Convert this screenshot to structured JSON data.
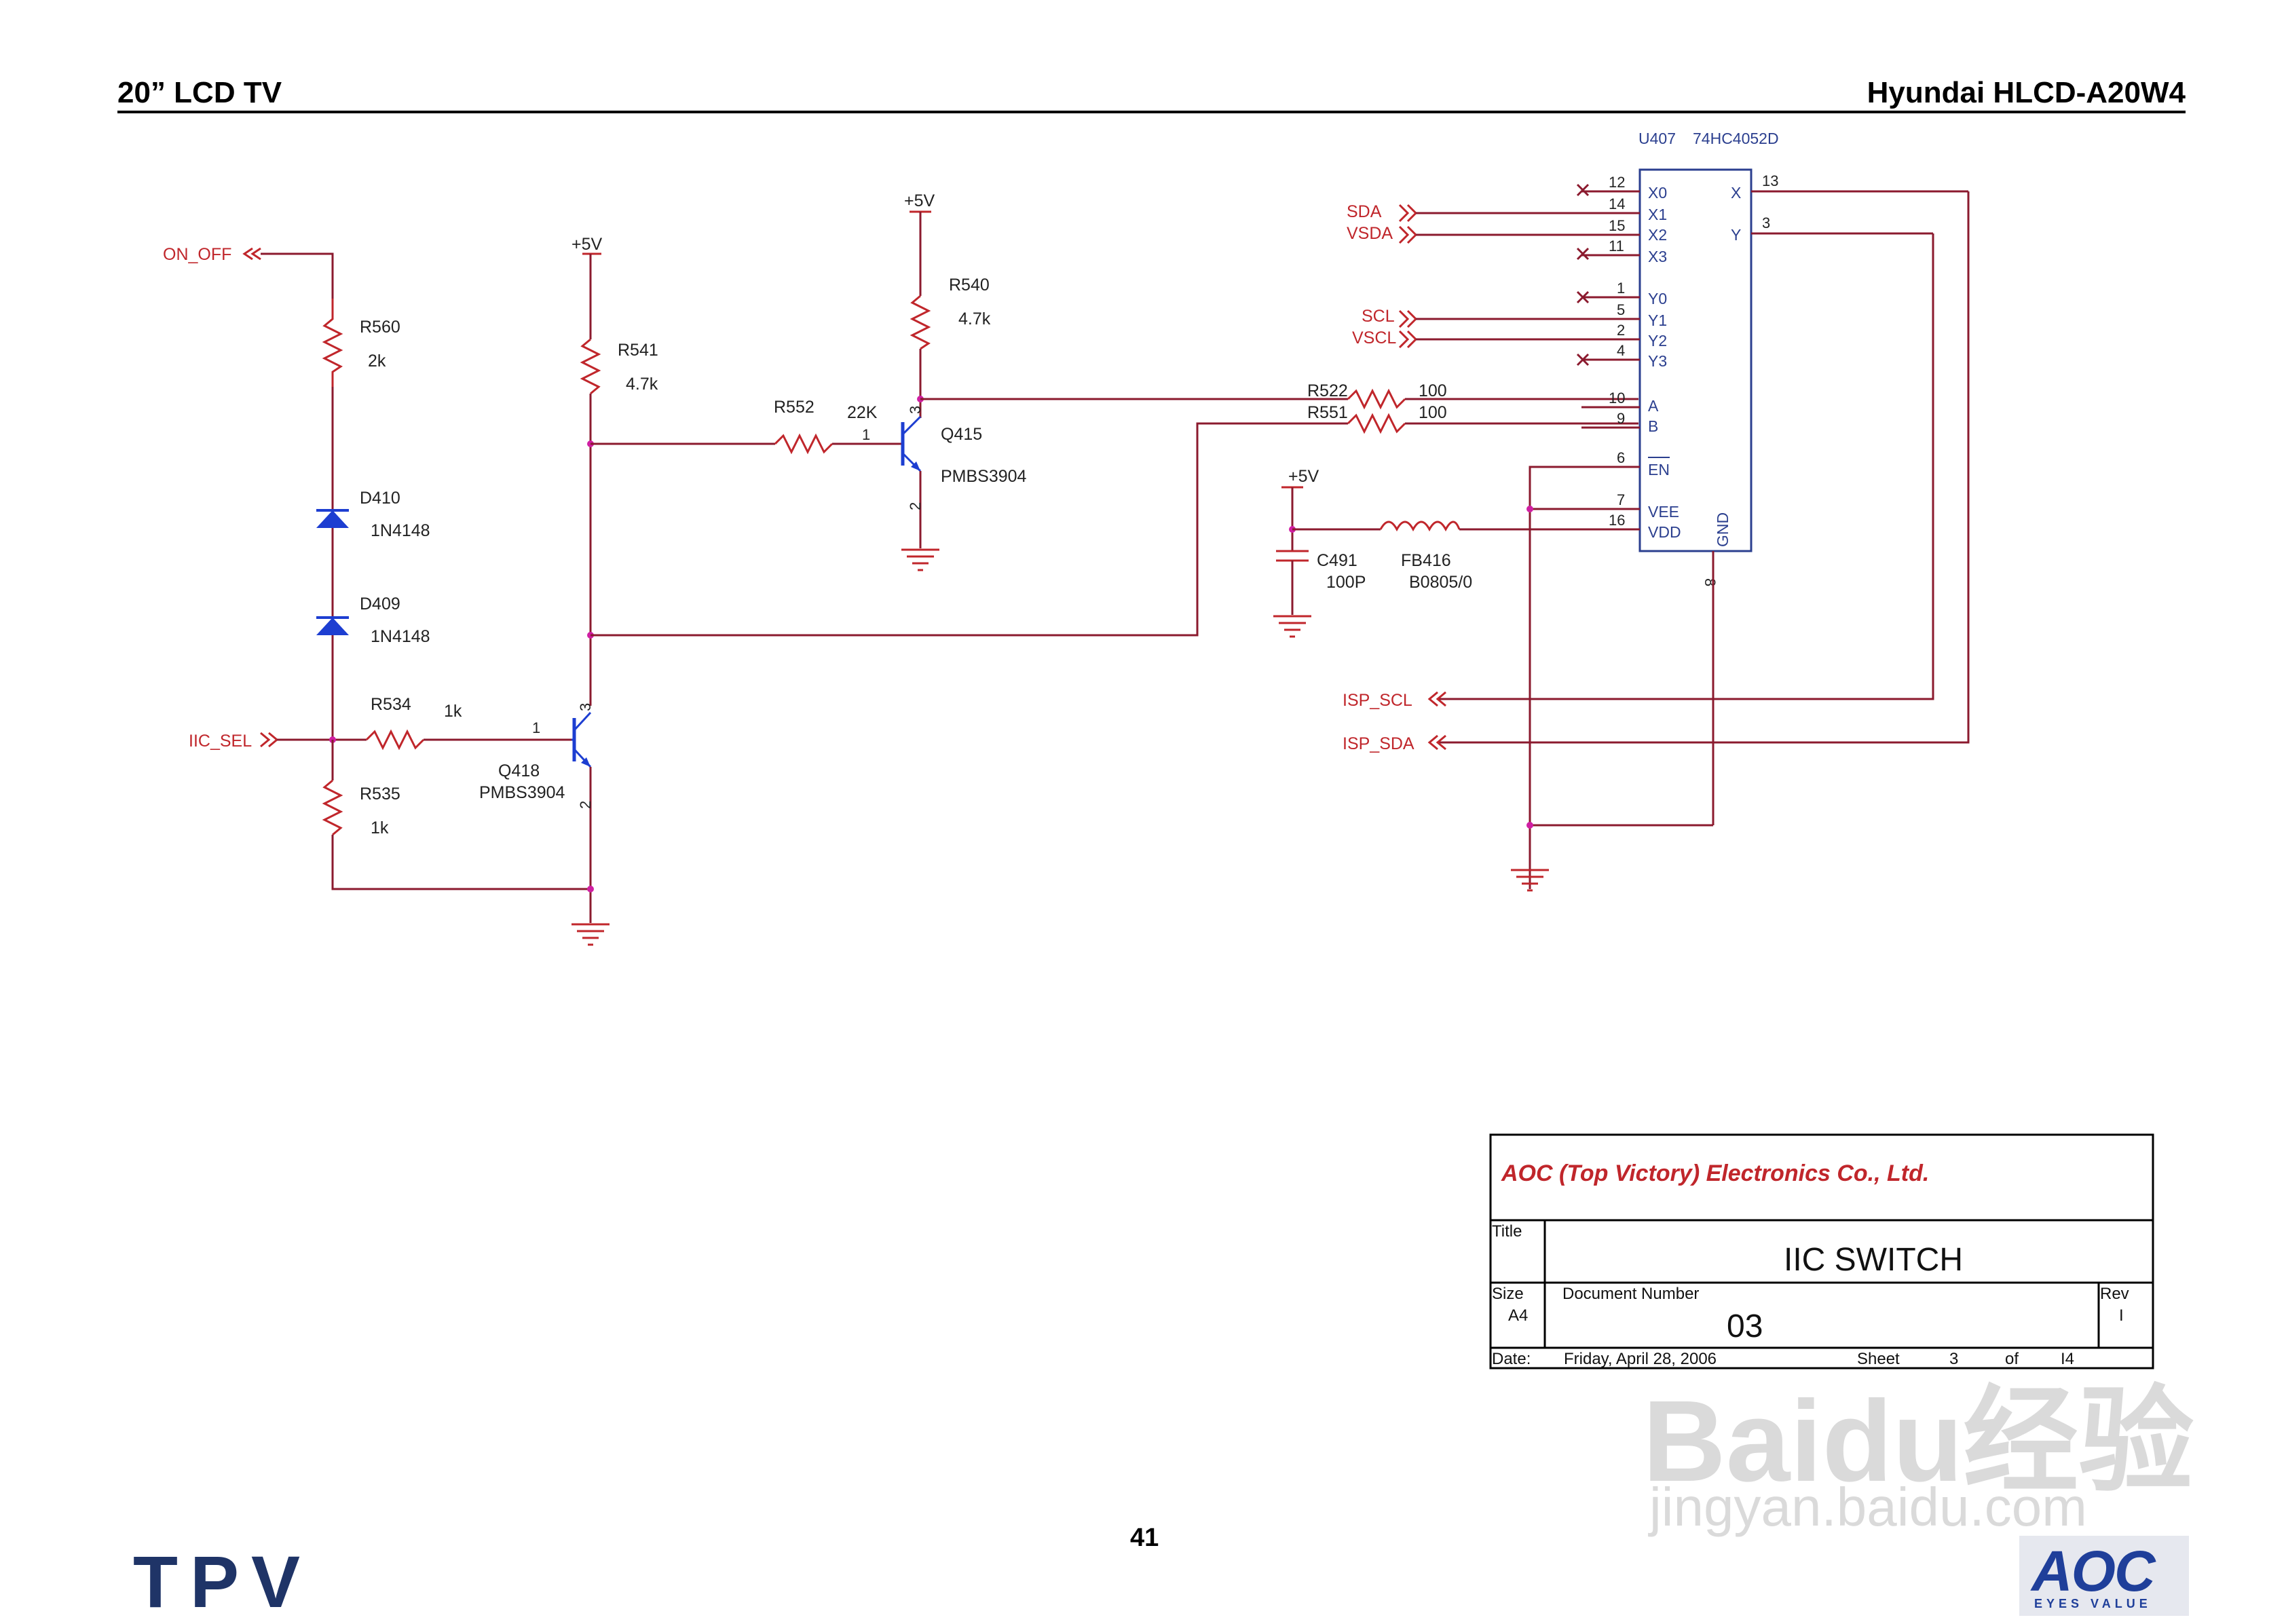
{
  "header": {
    "left_title": "20” LCD TV",
    "right_title": "Hyundai HLCD-A20W4"
  },
  "power_labels": {
    "vcc_a": "+5V",
    "vcc_b": "+5V",
    "vcc_c": "+5V"
  },
  "nets": {
    "on_off": "ON_OFF",
    "iic_sel": "IIC_SEL",
    "sda": "SDA",
    "vsda": "VSDA",
    "scl": "SCL",
    "vscl": "VSCL",
    "isp_scl": "ISP_SCL",
    "isp_sda": "ISP_SDA"
  },
  "components": {
    "r560": {
      "ref": "R560",
      "value": "2k"
    },
    "d410": {
      "ref": "D410",
      "value": "1N4148"
    },
    "d409": {
      "ref": "D409",
      "value": "1N4148"
    },
    "r534": {
      "ref": "R534",
      "value": "1k"
    },
    "r535": {
      "ref": "R535",
      "value": "1k"
    },
    "r541": {
      "ref": "R541",
      "value": "4.7k"
    },
    "q418": {
      "ref": "Q418",
      "value": "PMBS3904",
      "pin_b": "1",
      "pin_c": "3",
      "pin_e": "2"
    },
    "r540": {
      "ref": "R540",
      "value": "4.7k"
    },
    "r552": {
      "ref": "R552",
      "value": "22K",
      "pin": "1"
    },
    "q415": {
      "ref": "Q415",
      "value": "PMBS3904",
      "pin_c": "3",
      "pin_e": "2"
    },
    "r522": {
      "ref": "R522",
      "value": "100"
    },
    "r551": {
      "ref": "R551",
      "value": "100"
    },
    "c491": {
      "ref": "C491",
      "value": "100P"
    },
    "fb416": {
      "ref": "FB416",
      "value": "B0805/0"
    }
  },
  "ic": {
    "ref": "U407",
    "part": "74HC4052D",
    "pins_left": [
      {
        "num": "12",
        "name": "X0"
      },
      {
        "num": "14",
        "name": "X1"
      },
      {
        "num": "15",
        "name": "X2"
      },
      {
        "num": "11",
        "name": "X3"
      },
      {
        "num": "1",
        "name": "Y0"
      },
      {
        "num": "5",
        "name": "Y1"
      },
      {
        "num": "2",
        "name": "Y2"
      },
      {
        "num": "4",
        "name": "Y3"
      },
      {
        "num": "10",
        "name": "A"
      },
      {
        "num": "9",
        "name": "B"
      },
      {
        "num": "6",
        "name": "EN"
      },
      {
        "num": "7",
        "name": "VEE"
      },
      {
        "num": "16",
        "name": "VDD"
      }
    ],
    "pins_right": [
      {
        "num": "13",
        "name": "X"
      },
      {
        "num": "3",
        "name": "Y"
      }
    ],
    "gnd_pin": {
      "num": "8",
      "name": "GND"
    }
  },
  "title_block": {
    "company": "AOC (Top Victory) Electronics Co., Ltd.",
    "title_label": "Title",
    "title": "IIC SWITCH",
    "size_label": "Size",
    "size": "A4",
    "docnum_label": "Document Number",
    "docnum": "03",
    "rev_label": "Rev",
    "rev": "I",
    "date_label": "Date:",
    "date": "Friday, April 28, 2006",
    "sheet_label": "Sheet",
    "sheet": "3",
    "of_label": "of",
    "of": "I4"
  },
  "page_number": "41",
  "logos": {
    "tpv": "TPV",
    "aoc": "AOC",
    "aoc_tagline": "EYES VALUE"
  },
  "watermark": {
    "main": "Baidu经验",
    "sub": "jingyan.baidu.com"
  }
}
